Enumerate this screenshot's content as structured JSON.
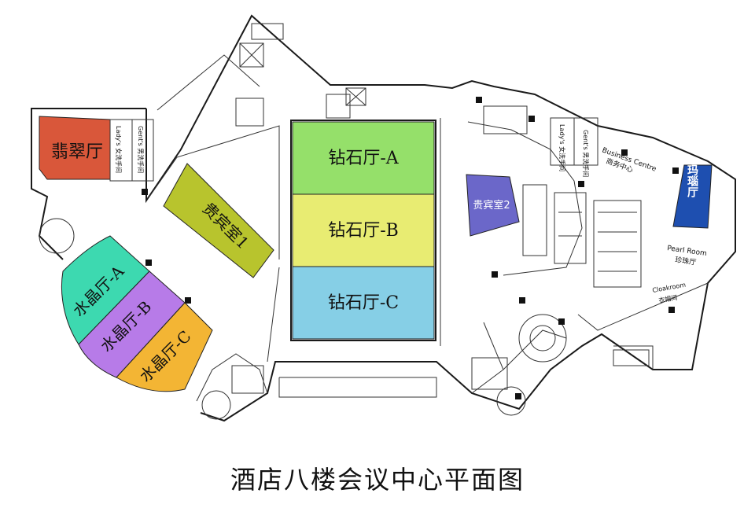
{
  "title": "酒店八楼会议中心平面图",
  "rooms": {
    "emerald": {
      "label": "翡翠厅",
      "color": "#d9573a"
    },
    "vip1": {
      "label": "贵宾室1",
      "color": "#b8c42d"
    },
    "diamond_a": {
      "label": "钻石厅-A",
      "color": "#95e06a"
    },
    "diamond_b": {
      "label": "钻石厅-B",
      "color": "#e8ec72"
    },
    "diamond_c": {
      "label": "钻石厅-C",
      "color": "#86cfe6"
    },
    "crystal_a": {
      "label": "水晶厅-A",
      "color": "#3dd9b0"
    },
    "crystal_b": {
      "label": "水晶厅-B",
      "color": "#b77be8"
    },
    "crystal_c": {
      "label": "水晶厅-C",
      "color": "#f3b534"
    },
    "vip2": {
      "label": "贵宾室2",
      "color": "#6b67c9"
    },
    "agate": {
      "label": "玛瑙厅",
      "color": "#1e4fb0"
    }
  },
  "facilities": {
    "ladies_left": "Lady's 女洗手间",
    "gents_left": "Gent's 男洗手间",
    "ladies_right": "Lady's 女洗手间",
    "gents_right": "Gent's 男洗手间",
    "business_en": "Business Centre",
    "business_cn": "商务中心",
    "pearl_en": "Pearl Room",
    "pearl_cn": "珍珠厅",
    "cloak_en": "Cloakroom",
    "cloak_cn": "衣帽间"
  }
}
